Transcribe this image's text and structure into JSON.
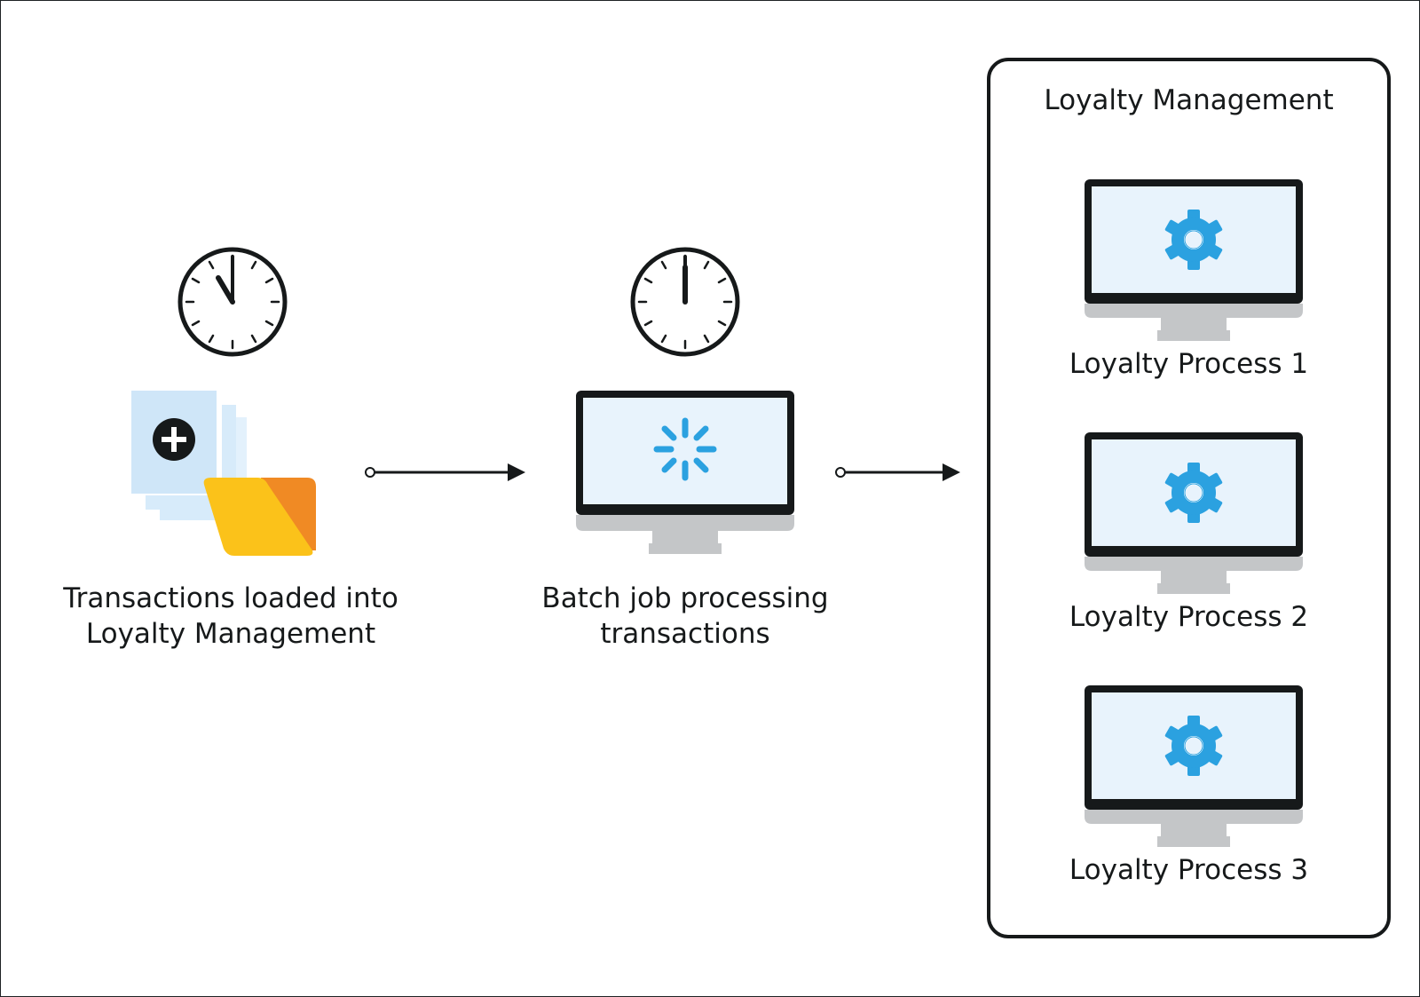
{
  "stages": [
    {
      "label_line1": "Transactions loaded into",
      "label_line2": "Loyalty Management"
    },
    {
      "label_line1": "Batch job processing",
      "label_line2": "transactions"
    }
  ],
  "group": {
    "title": "Loyalty Management",
    "processes": [
      {
        "label": "Loyalty Process 1"
      },
      {
        "label": "Loyalty Process 2"
      },
      {
        "label": "Loyalty Process 3"
      }
    ]
  },
  "icons": {
    "stage1": [
      "clock-icon",
      "documents-folder-icon",
      "plus-icon"
    ],
    "stage2": [
      "clock-icon",
      "monitor-icon",
      "loading-spinner-icon"
    ],
    "process": [
      "monitor-icon",
      "gear-icon"
    ]
  },
  "colors": {
    "outline": "#16191a",
    "screen": "#e8f3fc",
    "monitor_stand": "#c4c6c8",
    "accent_blue": "#2ba1e0",
    "folder_yellow": "#fbc21a",
    "folder_orange": "#f08a24",
    "document_blue": "#cfe6f8"
  }
}
